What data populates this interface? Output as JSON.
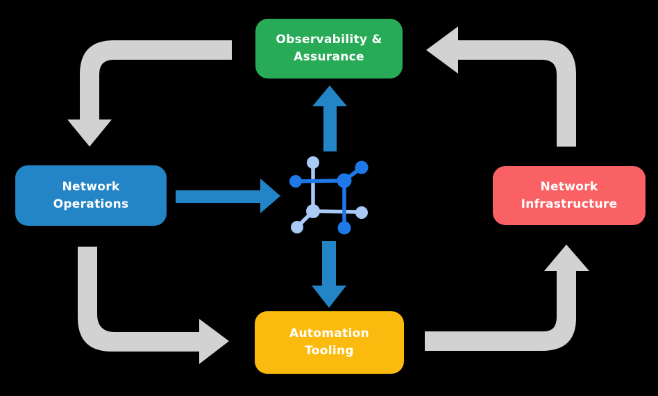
{
  "diagram": {
    "background": "#000000",
    "nodes": {
      "observability": {
        "line1": "Observability &",
        "line2": "Assurance",
        "color": "#27AB57"
      },
      "operations": {
        "line1": "Network",
        "line2": "Operations",
        "color": "#2385C6"
      },
      "infrastructure": {
        "line1": "Network",
        "line2": "Infrastructure",
        "color": "#FA6164"
      },
      "tooling": {
        "line1": "Automation",
        "line2": "Tooling",
        "color": "#FBBB0E"
      }
    },
    "colors": {
      "cycle_arrow": "#D2D2D2",
      "flow_arrow": "#2385C6",
      "icon_dark": "#1E78E8",
      "icon_light": "#A9C9F7",
      "node_text": "#FFFFFF"
    },
    "center_icon": "network-topology-icon"
  }
}
